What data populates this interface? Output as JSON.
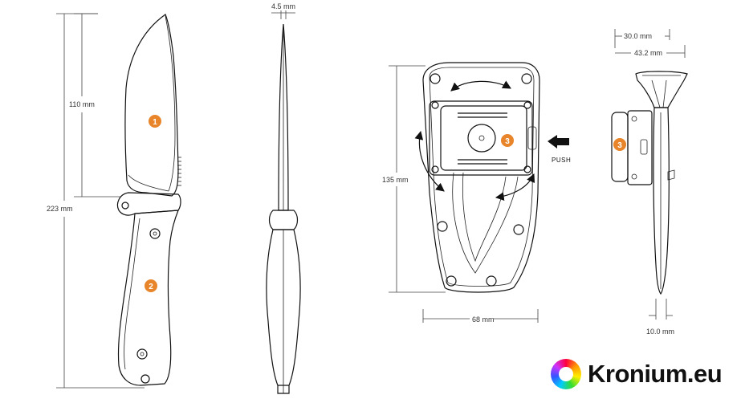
{
  "dimensions": {
    "blade_thickness": "4.5 mm",
    "blade_length": "110 mm",
    "overall_length": "223 mm",
    "sheath_height": "135 mm",
    "sheath_width": "68 mm",
    "clip_width_inner": "30.0 mm",
    "clip_width_outer": "43.2 mm",
    "sheath_thickness": "10.0 mm"
  },
  "callouts": {
    "blade": "1",
    "handle": "2",
    "clip_front": "3",
    "clip_side": "3"
  },
  "labels": {
    "push": "PUSH"
  },
  "brand": {
    "name": "Kronium.eu"
  },
  "colors": {
    "callout": "#e8852a",
    "line": "#111111"
  }
}
